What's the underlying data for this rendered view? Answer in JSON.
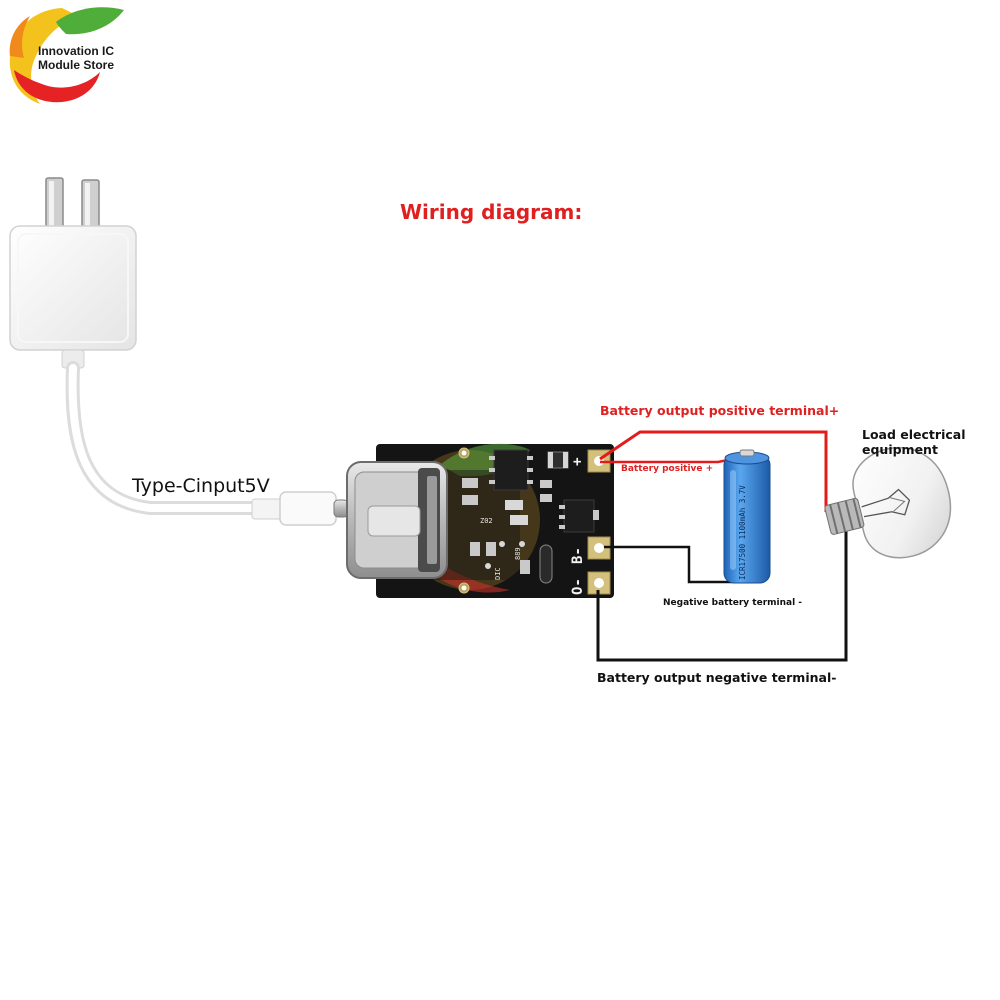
{
  "logo": {
    "line1": "Innovation IC",
    "line2": "Module Store"
  },
  "diagram": {
    "title": "Wiring diagram:",
    "input_label": "Type-Cinput5V",
    "battery_output_positive": "Battery output positive terminal+",
    "battery_positive": "Battery positive +",
    "negative_battery": "Negative battery terminal -",
    "battery_output_negative": "Battery output negative terminal-",
    "load_line1": "Load electrical",
    "load_line2": "equipment",
    "battery_marking": "ICR17500 1100mAh 3.7V"
  },
  "board": {
    "pin_plus": "+",
    "pin_b_minus": "B-",
    "pin_o_minus": "O-",
    "silk_a": "Z02",
    "silk_b": "DIC",
    "silk_c": "889"
  },
  "colors": {
    "accent_red": "#e02020",
    "wire_red": "#e31b1b",
    "wire_black": "#111111",
    "pcb": "#141414",
    "battery_blue": "#2f7fd4"
  }
}
